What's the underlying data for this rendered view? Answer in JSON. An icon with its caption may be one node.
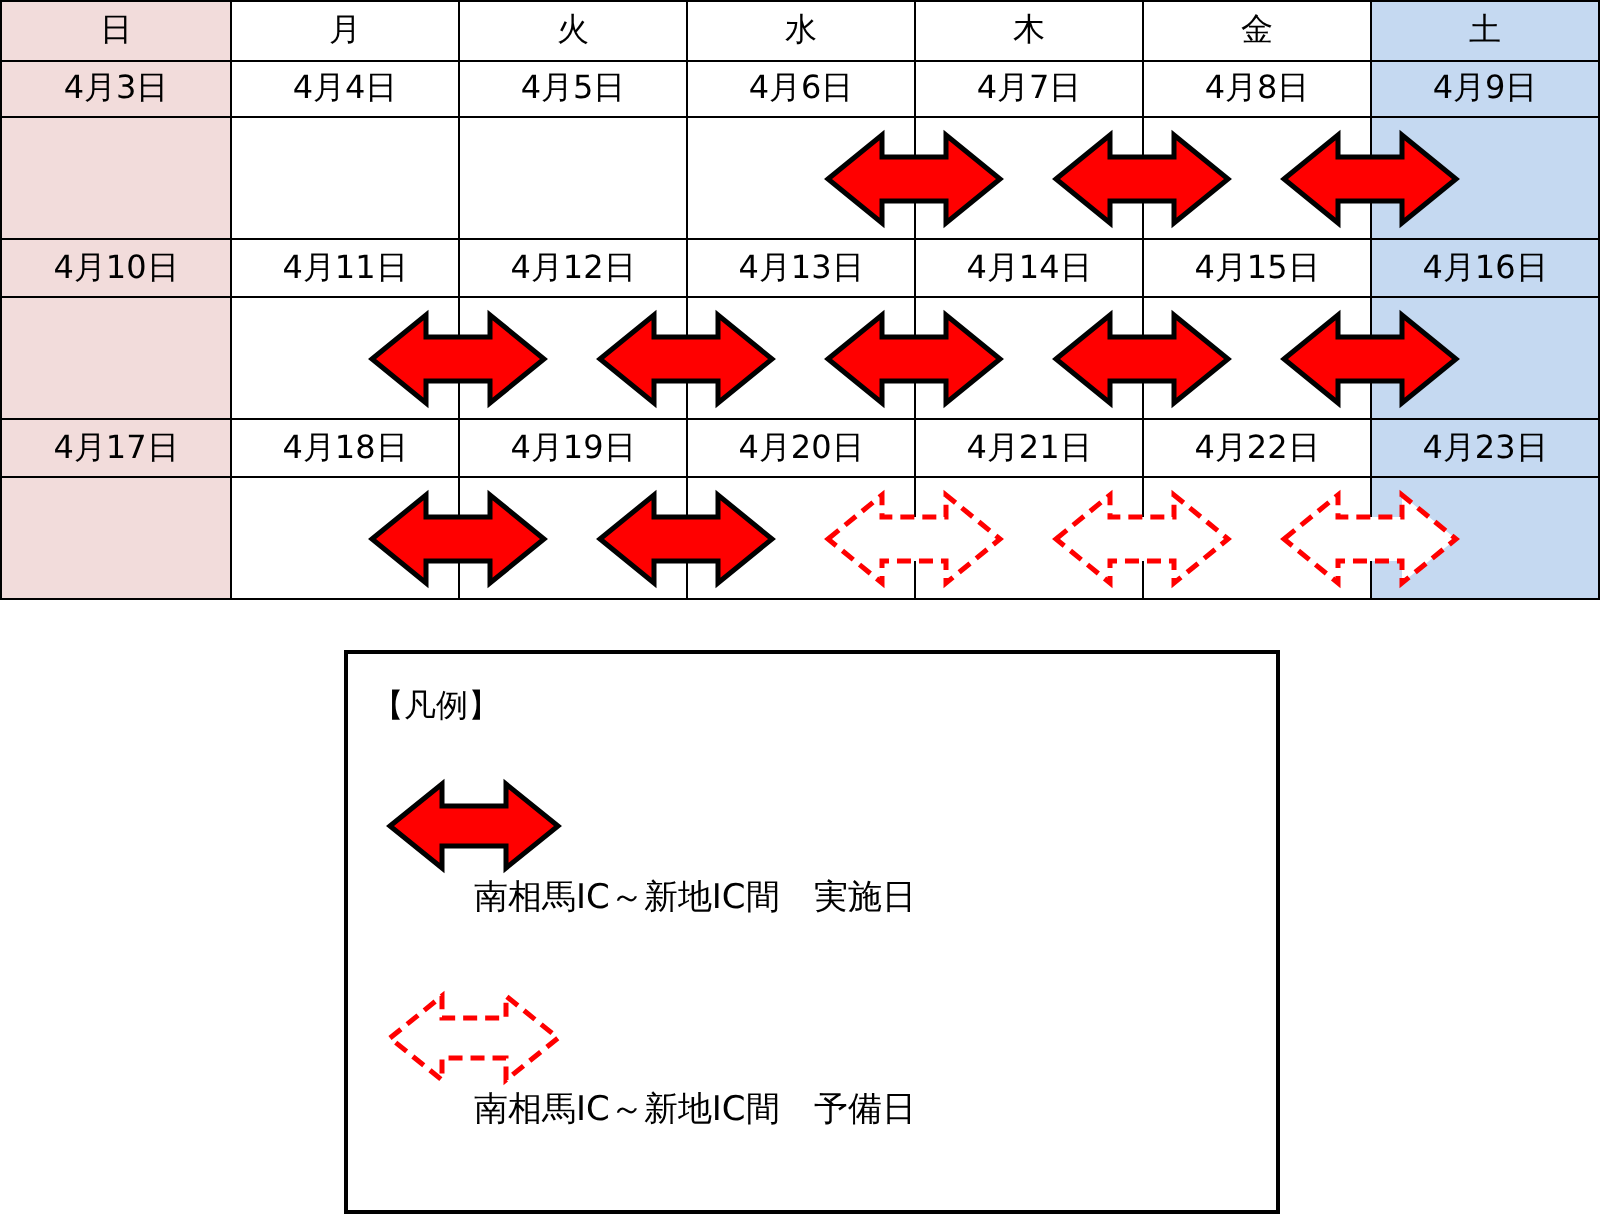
{
  "diagram": {
    "nodes": [
      {
        "text": [
          "日"
        ]
      },
      {
        "text": [
          "月"
        ]
      },
      {
        "text": [
          "火"
        ]
      },
      {
        "text": [
          "水"
        ]
      },
      {
        "text": [
          "木"
        ]
      },
      {
        "text": [
          "金"
        ]
      },
      {
        "text": [
          "土"
        ]
      },
      {
        "text": [
          "4月3日"
        ]
      },
      {
        "text": [
          "4月4日"
        ]
      },
      {
        "text": [
          "4月5日"
        ]
      },
      {
        "text": [
          "4月6日"
        ]
      },
      {
        "text": [
          "4月7日"
        ]
      },
      {
        "text": [
          "4月8日"
        ]
      },
      {
        "text": [
          "4月9日"
        ]
      },
      {
        "text": [
          "4月10日"
        ]
      },
      {
        "text": [
          "4月11日"
        ]
      },
      {
        "text": [
          "4月12日"
        ]
      },
      {
        "text": [
          "4月13日"
        ]
      },
      {
        "text": [
          "4月14日"
        ]
      },
      {
        "text": [
          "4月15日"
        ]
      },
      {
        "text": [
          "4月16日"
        ]
      },
      {
        "text": [
          "4月17日"
        ]
      },
      {
        "text": [
          "4月18日"
        ]
      },
      {
        "text": [
          "4月19日"
        ]
      },
      {
        "text": [
          "4月20日"
        ]
      },
      {
        "text": [
          "4月21日"
        ]
      },
      {
        "text": [
          "4月22日"
        ]
      },
      {
        "text": [
          "4月23日"
        ]
      }
    ],
    "edges": [
      {
        "from": 10,
        "to": 11,
        "arrow": "both"
      },
      {
        "from": 11,
        "to": 12,
        "arrow": "both"
      },
      {
        "from": 12,
        "to": 13,
        "arrow": "both"
      },
      {
        "from": 15,
        "to": 16,
        "arrow": "both"
      },
      {
        "from": 16,
        "to": 17,
        "arrow": "both"
      },
      {
        "from": 17,
        "to": 18,
        "arrow": "both"
      },
      {
        "from": 18,
        "to": 19,
        "arrow": "both"
      },
      {
        "from": 19,
        "to": 20,
        "arrow": "both"
      },
      {
        "from": 22,
        "to": 23,
        "arrow": "both"
      },
      {
        "from": 23,
        "to": 24,
        "arrow": "both"
      },
      {
        "from": 24,
        "to": 25,
        "arrow": "both",
        "style": "dashed"
      },
      {
        "from": 25,
        "to": 26,
        "arrow": "both",
        "style": "dashed"
      },
      {
        "from": 26,
        "to": 27,
        "arrow": "both",
        "style": "dashed"
      }
    ],
    "labels": [
      "【凡例】"
    ],
    "legend": [
      {
        "text": "南相馬IC～新地IC間　実施日"
      },
      {
        "text": "南相馬IC～新地IC間　予備日"
      }
    ]
  }
}
